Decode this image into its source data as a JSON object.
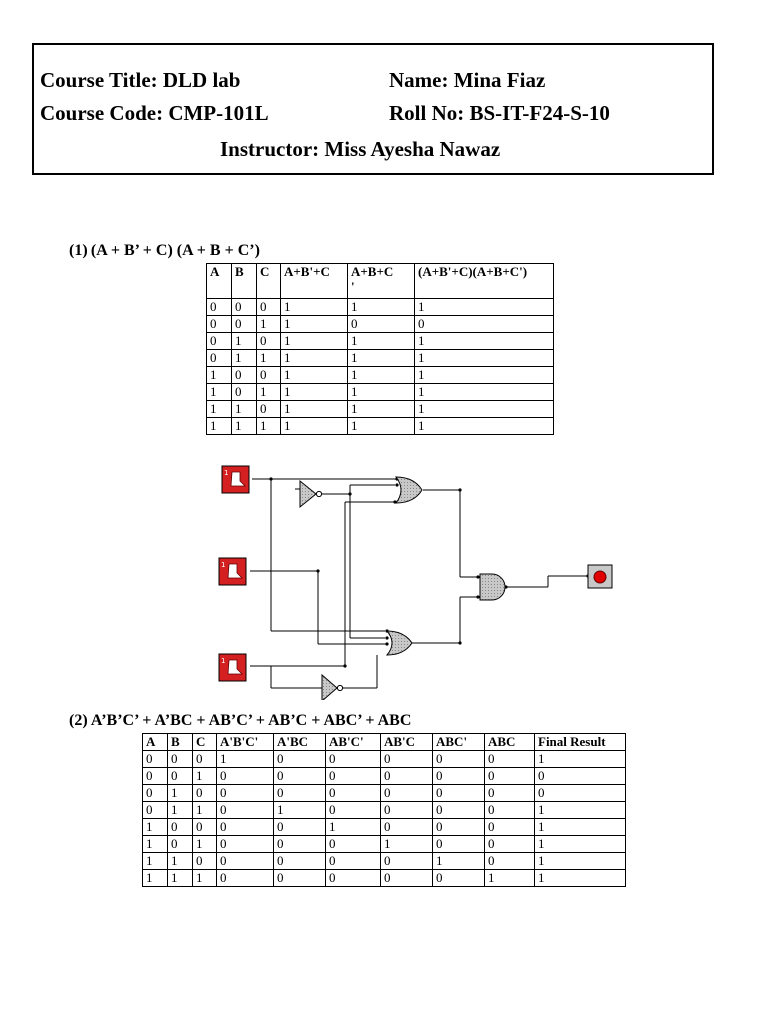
{
  "header": {
    "course_title": "Course Title: DLD lab",
    "name": "Name: Mina Fiaz",
    "course_code": "Course Code: CMP-101L",
    "roll_no": "Roll No: BS-IT-F24-S-10",
    "instructor": "Instructor: Miss Ayesha Nawaz"
  },
  "q1": {
    "expression": "(1) (A + B’ + C) (A + B + C’)",
    "headers": [
      "A",
      "B",
      "C",
      "A+B'+C",
      "A+B+C\n'",
      "(A+B'+C)(A+B+C')"
    ],
    "rows": [
      [
        "0",
        "0",
        "0",
        "1",
        "1",
        "1"
      ],
      [
        "0",
        "0",
        "1",
        "1",
        "0",
        "0"
      ],
      [
        "0",
        "1",
        "0",
        "1",
        "1",
        "1"
      ],
      [
        "0",
        "1",
        "1",
        "1",
        "1",
        "1"
      ],
      [
        "1",
        "0",
        "0",
        "1",
        "1",
        "1"
      ],
      [
        "1",
        "0",
        "1",
        "1",
        "1",
        "1"
      ],
      [
        "1",
        "1",
        "0",
        "1",
        "1",
        "1"
      ],
      [
        "1",
        "1",
        "1",
        "1",
        "1",
        "1"
      ]
    ]
  },
  "circuit": {
    "input_a_value": "1",
    "input_b_value": "1",
    "input_c_value": "1",
    "output_led_color": "#e00000",
    "switch_color": "#d42020"
  },
  "q2": {
    "expression": "(2) A’B’C’ + A’BC + AB’C’ + AB’C + ABC’ + ABC",
    "headers": [
      "A",
      "B",
      "C",
      "A'B'C'",
      "A'BC",
      "AB'C'",
      "AB'C",
      "ABC'",
      "ABC",
      "Final Result"
    ],
    "rows": [
      [
        "0",
        "0",
        "0",
        "1",
        "0",
        "0",
        "0",
        "0",
        "0",
        "1"
      ],
      [
        "0",
        "0",
        "1",
        "0",
        "0",
        "0",
        "0",
        "0",
        "0",
        "0"
      ],
      [
        "0",
        "1",
        "0",
        "0",
        "0",
        "0",
        "0",
        "0",
        "0",
        "0"
      ],
      [
        "0",
        "1",
        "1",
        "0",
        "1",
        "0",
        "0",
        "0",
        "0",
        "1"
      ],
      [
        "1",
        "0",
        "0",
        "0",
        "0",
        "1",
        "0",
        "0",
        "0",
        "1"
      ],
      [
        "1",
        "0",
        "1",
        "0",
        "0",
        "0",
        "1",
        "0",
        "0",
        "1"
      ],
      [
        "1",
        "1",
        "0",
        "0",
        "0",
        "0",
        "0",
        "1",
        "0",
        "1"
      ],
      [
        "1",
        "1",
        "1",
        "0",
        "0",
        "0",
        "0",
        "0",
        "1",
        "1"
      ]
    ]
  }
}
